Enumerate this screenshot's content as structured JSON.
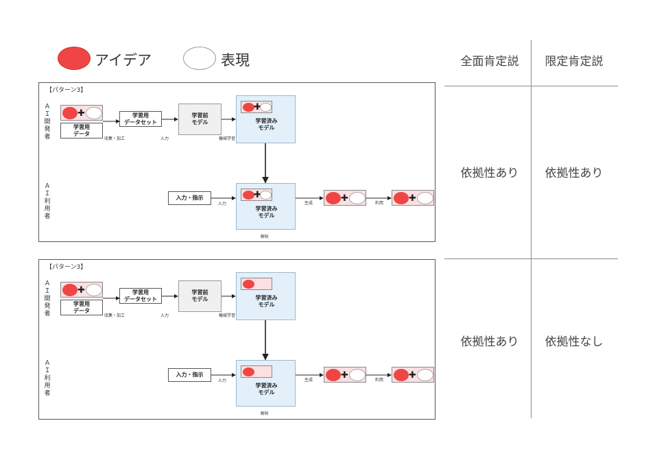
{
  "legend": {
    "idea_label": "アイデア",
    "expression_label": "表現",
    "idea_color": "#f04545",
    "expression_color": "#ffffff"
  },
  "table": {
    "headers": [
      "全面肯定説",
      "限定肯定説"
    ],
    "rows": [
      [
        "依拠性あり",
        "依拠性あり"
      ],
      [
        "依拠性あり",
        "依拠性なし"
      ]
    ]
  },
  "panels": [
    {
      "title": "【パターン3】",
      "developer_label": "ＡＩ開発者",
      "user_label": "ＡＩ利用者",
      "training_data": "学習用\nデータ",
      "collect_label": "収集・加工",
      "dataset": "学習用\nデータセット",
      "input_label_1": "入力",
      "pre_model": "学習前\nモデル",
      "ml_label": "機械学習",
      "trained_model": "学習済み\nモデル",
      "instruction": "入力・指示",
      "input_label_2": "入力",
      "trained_model_2": "学習済み\nモデル",
      "analysis_label": "解析",
      "generate_label": "生成",
      "use_label": "利用",
      "model_contains_expression": true
    },
    {
      "title": "【パターン3】",
      "developer_label": "ＡＩ開発者",
      "user_label": "ＡＩ利用者",
      "training_data": "学習用\nデータ",
      "collect_label": "収集・加工",
      "dataset": "学習用\nデータセット",
      "input_label_1": "入力",
      "pre_model": "学習前\nモデル",
      "ml_label": "機械学習",
      "trained_model": "学習済み\nモデル",
      "instruction": "入力・指示",
      "input_label_2": "入力",
      "trained_model_2": "学習済み\nモデル",
      "analysis_label": "解析",
      "generate_label": "生成",
      "use_label": "利用",
      "model_contains_expression": false
    }
  ]
}
